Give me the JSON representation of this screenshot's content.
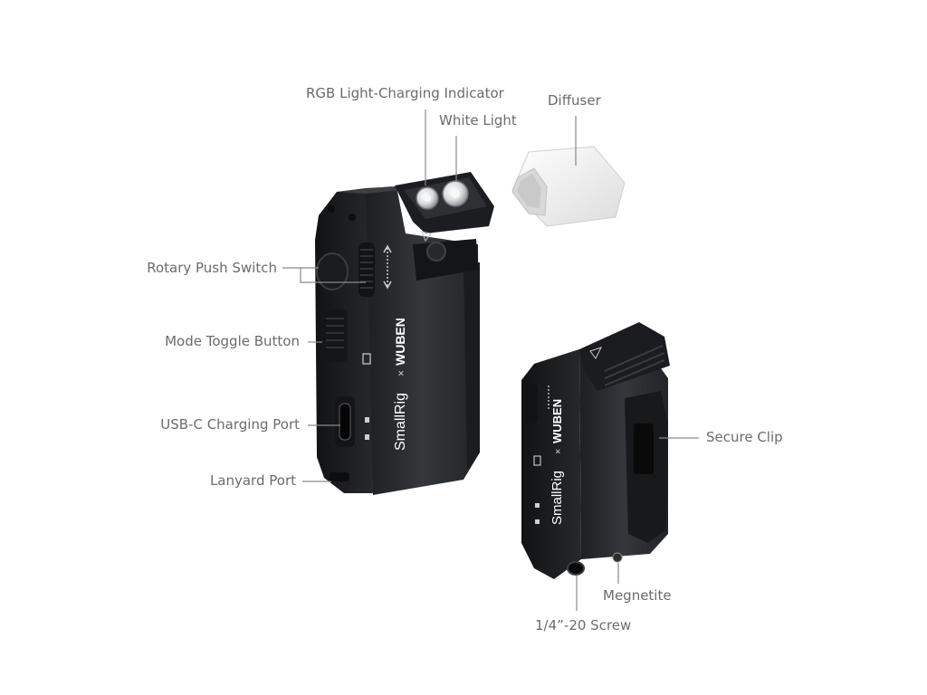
{
  "labels": {
    "rgb_indicator": "RGB Light-Charging Indicator",
    "white_light": "White Light",
    "diffuser": "Diffuser",
    "rotary_switch": "Rotary Push Switch",
    "mode_toggle": "Mode Toggle Button",
    "usbc_port": "USB-C Charging Port",
    "lanyard_port": "Lanyard Port",
    "secure_clip": "Secure Clip",
    "magnetite": "Megnetite",
    "screw": "1/4”-20 Screw"
  },
  "device": {
    "brand_front": "SmallRig",
    "times_front": "×",
    "partner_front": "WUBEN",
    "brand_back": "SmallRig",
    "times_back": "×",
    "partner_back": "WUBEN"
  },
  "colors": {
    "body": "#2b2d30",
    "edge": "#15171a",
    "diffuser": "#f1f1f1",
    "label_text": "#6b6b6b",
    "leader_line": "#8a8a8a"
  }
}
